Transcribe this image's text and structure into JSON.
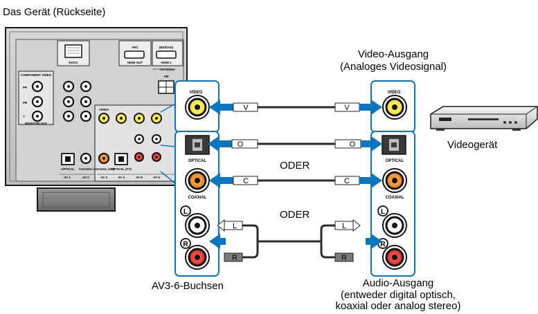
{
  "device_title": "Das Gerät (Rückseite)",
  "source_video_title": "Video-Ausgang",
  "source_video_sub": "(Analoges Videosignal)",
  "videogeraet_label": "Videogerät",
  "or_label_1": "ODER",
  "or_label_2": "ODER",
  "receiver_jacks_label": "AV3-6-Buchsen",
  "audio_output_title": "Audio-Ausgang",
  "audio_output_sub1": "(entweder digital optisch,",
  "audio_output_sub2": "koaxial oder analog stereo)",
  "jack_labels": {
    "video": "VIDEO",
    "optical": "OPTICAL",
    "coaxial": "COAXIAL",
    "left": "L",
    "right": "R"
  },
  "plug_labels": {
    "video": "V",
    "optical": "O",
    "coaxial": "C",
    "left": "L",
    "right": "R"
  },
  "panel_labels": {
    "dock": "DOCK",
    "hdmi_out": "HDMI OUT",
    "hdmi_1": "HDMI 1",
    "hdmi_1_sub": "(BD/DVD)",
    "antenna": "ANTENNA",
    "am": "AM",
    "component_video": "COMPONENT VIDEO",
    "monitor_out": "MONITOR OUT",
    "pr": "PR",
    "pb": "PB",
    "y": "Y",
    "optical": "OPTICAL",
    "coaxial": "COAXIAL",
    "coaxial_cd": "COAXIAL (CD)",
    "optical_tv": "OPTICAL (TV)",
    "av1": "AV 1",
    "av2": "AV 2",
    "av3": "AV 3",
    "av4": "AV 4",
    "av5": "AV 5",
    "av6": "AV 6",
    "video": "VIDEO",
    "arc": "ARC"
  },
  "colors": {
    "highlight_blue": "#0a76c2",
    "jack_yellow": "#f2e01b",
    "jack_orange": "#ea7a12",
    "jack_red": "#d9211d",
    "panel_gray": "#c9c9c9",
    "cable_dark": "#2b2b2b"
  }
}
